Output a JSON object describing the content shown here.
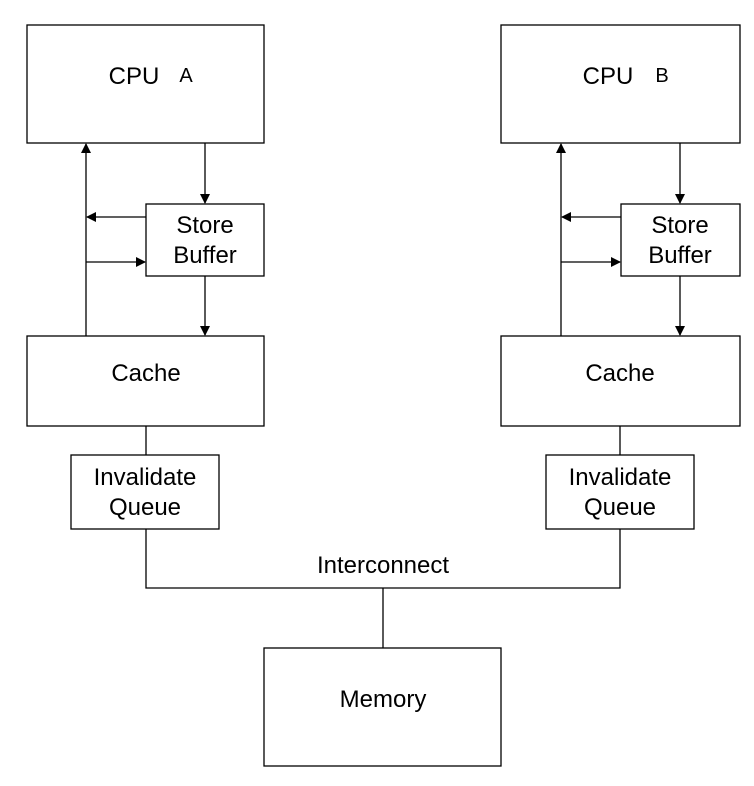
{
  "cpu_a": {
    "label": "CPU",
    "id": "A"
  },
  "cpu_b": {
    "label": "CPU",
    "id": "B"
  },
  "store_buffer_a": {
    "line1": "Store",
    "line2": "Buffer"
  },
  "store_buffer_b": {
    "line1": "Store",
    "line2": "Buffer"
  },
  "cache_a": {
    "label": "Cache"
  },
  "cache_b": {
    "label": "Cache"
  },
  "invalidate_queue_a": {
    "line1": "Invalidate",
    "line2": "Queue"
  },
  "invalidate_queue_b": {
    "line1": "Invalidate",
    "line2": "Queue"
  },
  "interconnect": {
    "label": "Interconnect"
  },
  "memory": {
    "label": "Memory"
  }
}
